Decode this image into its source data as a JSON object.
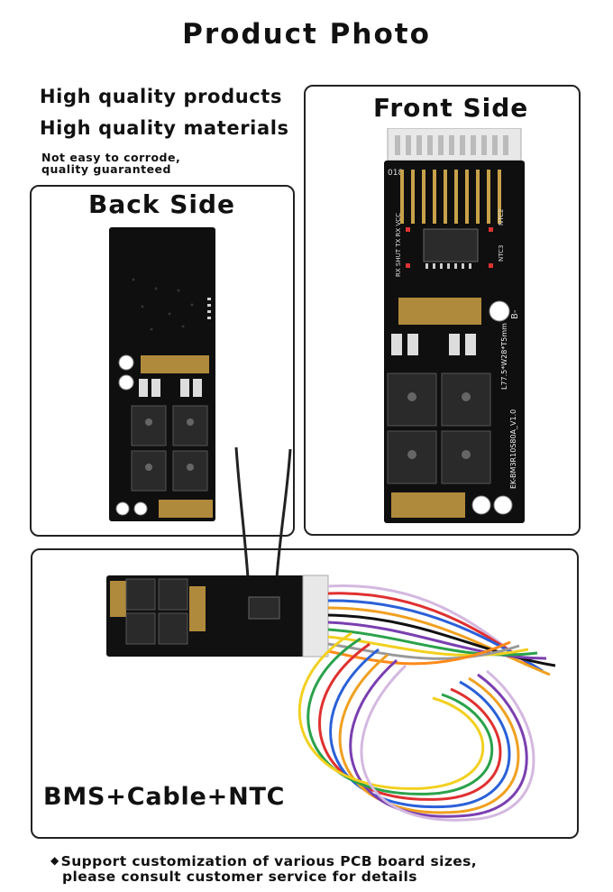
{
  "title": "Product Photo",
  "highlights": [
    "High quality products",
    "High quality materials"
  ],
  "note": [
    "Not easy to corrode,",
    "quality guaranteed"
  ],
  "panels": {
    "back": "Back Side",
    "front": "Front Side",
    "bundle": "BMS+Cable+NTC"
  },
  "board_markings": {
    "model": "EK-BM3R10S80A_V1.0",
    "dims": "L77.5*W28*T5mm",
    "connector_pins": "018",
    "header": "RX SHUT TX RX VCC",
    "ntc2": "NTC2",
    "ntc3": "NTC3",
    "bminus": "B-"
  },
  "footer": {
    "bullet": "◆",
    "line1": "Support customization of various PCB board sizes,",
    "line2": "please consult customer service for details"
  }
}
